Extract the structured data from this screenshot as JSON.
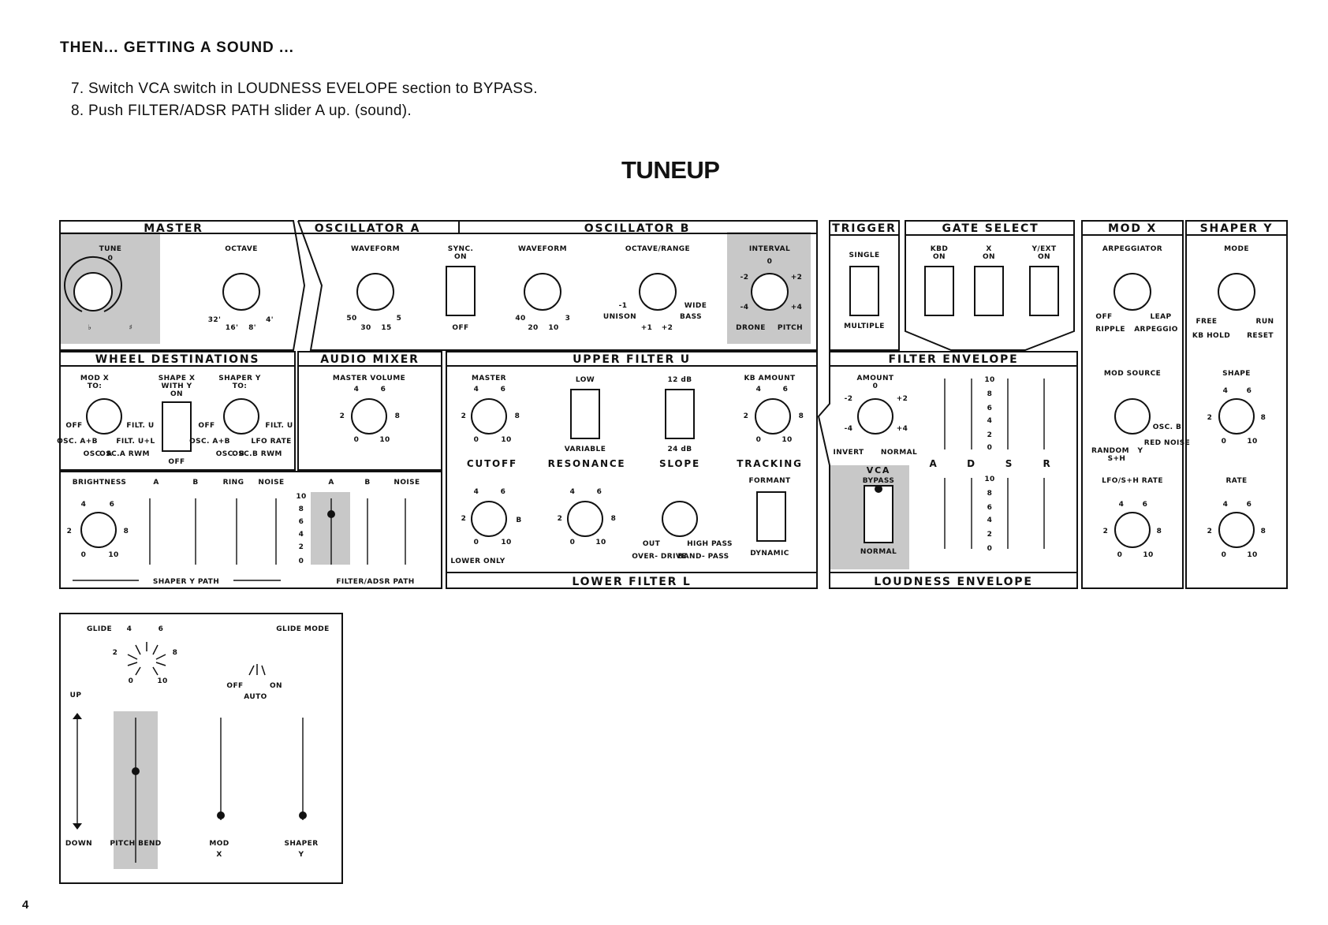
{
  "doc": {
    "heading": "THEN... GETTING A SOUND ...",
    "steps": [
      "7. Switch VCA switch in LOUDNESS EVELOPE section to BYPASS.",
      "8. Push FILTER/ADSR PATH slider A up. (sound)."
    ],
    "title": "TUNEUP",
    "page_number": "4"
  },
  "panel": {
    "sections": {
      "master": "MASTER",
      "osc_a": "OSCILLATOR A",
      "osc_b": "OSCILLATOR B",
      "trigger": "TRIGGER",
      "gate_select": "GATE SELECT",
      "mod_x": "MOD X",
      "shaper_y": "SHAPER Y",
      "wheel_dest": "WHEEL DESTINATIONS",
      "audio_mixer": "AUDIO MIXER",
      "upper_filter": "UPPER FILTER U",
      "lower_filter": "LOWER FILTER L",
      "filter_env": "FILTER ENVELOPE",
      "loudness_env": "LOUDNESS ENVELOPE"
    },
    "master": {
      "tune": "TUNE",
      "tune_zero": "0",
      "flat": "♭",
      "sharp": "♯",
      "octave": "OCTAVE",
      "o32": "32'",
      "o16": "16'",
      "o8": "8'",
      "o4": "4'"
    },
    "osc_a": {
      "waveform": "WAVEFORM",
      "w50": "50",
      "w30": "30",
      "w15": "15",
      "w5": "5",
      "sync": "SYNC.",
      "sync_on": "ON",
      "sync_off": "OFF"
    },
    "osc_b": {
      "waveform": "WAVEFORM",
      "w40": "40",
      "w20": "20",
      "w10": "10",
      "w3": "3",
      "octave_range": "OCTAVE/RANGE",
      "m1": "-1",
      "unison": "UNISON",
      "p1": "+1",
      "p2": "+2",
      "wide": "WIDE",
      "bass": "BASS",
      "interval": "INTERVAL",
      "i0": "0",
      "im2": "-2",
      "ip2": "+2",
      "im4": "-4",
      "ip4": "+4",
      "drone": "DRONE",
      "pitch": "PITCH"
    },
    "trigger": {
      "single": "SINGLE",
      "multiple": "MULTIPLE"
    },
    "gate": {
      "kbd": "KBD",
      "x": "X",
      "yext": "Y/EXT",
      "on": "ON"
    },
    "mod_x": {
      "arpeggiator": "ARPEGGIATOR",
      "off": "OFF",
      "leap": "LEAP",
      "ripple": "RIPPLE",
      "arpeggio": "ARPEGGIO",
      "mod_source": "MOD SOURCE",
      "osc_b": "OSC. B",
      "red_noise": "RED NOISE",
      "random": "RANDOM",
      "y": "Y",
      "sh": "S+H",
      "lfo_rate": "LFO/S+H RATE",
      "n4": "4",
      "n6": "6",
      "n2": "2",
      "n8": "8",
      "n0": "0",
      "n10": "10"
    },
    "shaper_y": {
      "mode": "MODE",
      "free": "FREE",
      "run": "RUN",
      "kb_hold": "KB HOLD",
      "reset": "RESET",
      "shape": "SHAPE",
      "rate": "RATE",
      "n4": "4",
      "n6": "6",
      "n2": "2",
      "n8": "8",
      "n0": "0",
      "n10": "10"
    },
    "wheel": {
      "mod_x": "MOD X",
      "to": "TO:",
      "shape_x": "SHAPE X",
      "with_y": "WITH Y",
      "on": "ON",
      "shaper_y": "SHAPER Y",
      "off": "OFF",
      "filt_u": "FILT. U",
      "osc_ab": "OSC. A+B",
      "filt_ul": "FILT. U+L",
      "osc_a": "OSC. A",
      "osc_a_rwm": "OSC.A RWM",
      "lfo_rate": "LFO RATE",
      "osc_b": "OSC. B",
      "osc_b_rwm": "OSC.B RWM"
    },
    "mixer": {
      "master_volume": "MASTER VOLUME",
      "n4": "4",
      "n6": "6",
      "n2": "2",
      "n8": "8",
      "n0": "0",
      "n10": "10",
      "brightness": "BRIGHTNESS",
      "a": "A",
      "b": "B",
      "ring": "RING",
      "noise": "NOISE",
      "a2": "A",
      "b2": "B",
      "noise2": "NOISE",
      "shaper_y_path": "SHAPER Y PATH",
      "filter_adsr_path": "FILTER/ADSR PATH",
      "s10": "10",
      "s8": "8",
      "s6": "6",
      "s4": "4",
      "s2": "2",
      "s0": "0"
    },
    "filter": {
      "master": "MASTER",
      "low": "LOW",
      "db12": "12 dB",
      "kb_amount": "KB AMOUNT",
      "variable": "VARIABLE",
      "db24": "24 dB",
      "cutoff": "CUTOFF",
      "resonance": "RESONANCE",
      "slope": "SLOPE",
      "tracking": "TRACKING",
      "formant": "FORMANT",
      "lower_only": "LOWER ONLY",
      "out": "OUT",
      "overdrive": "OVER- DRIVE",
      "high_pass": "HIGH PASS",
      "band_pass": "BAND- PASS",
      "dynamic": "DYNAMIC",
      "n4": "4",
      "n6": "6",
      "n2": "2",
      "n8": "8",
      "n0": "0",
      "n10": "10",
      "b_mark": "B"
    },
    "env": {
      "amount": "AMOUNT",
      "zero": "0",
      "m2": "-2",
      "p2": "+2",
      "m4": "-4",
      "p4": "+4",
      "invert": "INVERT",
      "normal": "NORMAL",
      "a": "A",
      "d": "D",
      "s": "S",
      "r": "R",
      "vca": "VCA",
      "bypass": "BYPASS",
      "normal2": "NORMAL",
      "e10": "10",
      "e8": "8",
      "e6": "6",
      "e4": "4",
      "e2": "2",
      "e0": "0"
    },
    "lower_panel": {
      "glide": "GLIDE",
      "g2": "2",
      "g4": "4",
      "g6": "6",
      "g8": "8",
      "g0": "0",
      "g10": "10",
      "glide_mode": "GLIDE MODE",
      "off": "OFF",
      "on": "ON",
      "auto": "AUTO",
      "up": "UP",
      "down": "DOWN",
      "pitch_bend": "PITCH BEND",
      "mod": "MOD",
      "x": "X",
      "shaper": "SHAPER",
      "y": "Y"
    }
  },
  "colors": {
    "highlight": "#c8c8c8",
    "ink": "#111111"
  }
}
